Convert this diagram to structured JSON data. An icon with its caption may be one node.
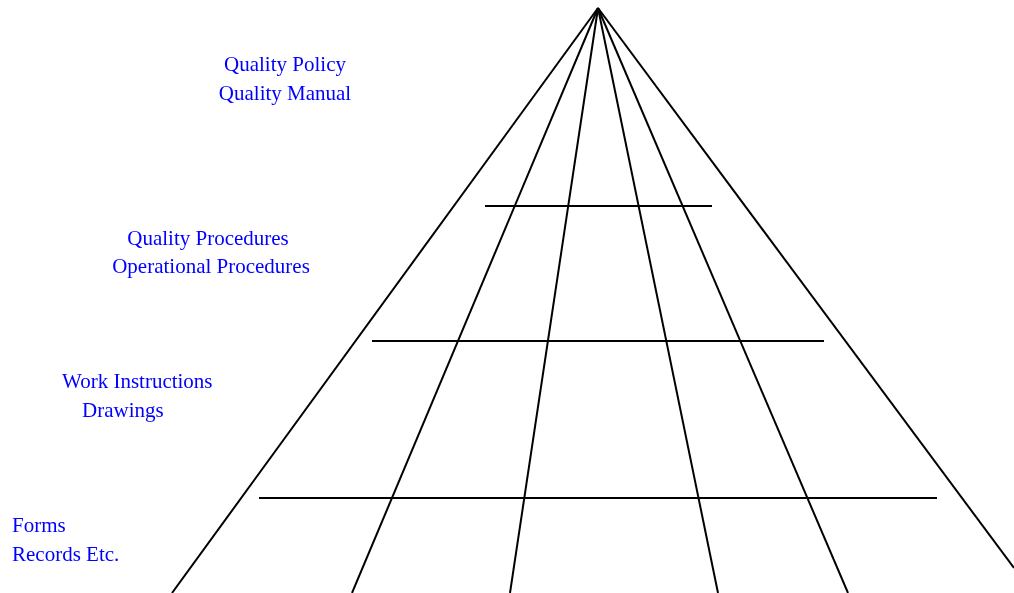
{
  "diagram": {
    "labels": [
      "Quality Policy",
      "Quality Manual",
      "Quality Procedures",
      "Operational Procedures",
      "Work Instructions",
      "Drawings",
      "Forms",
      "Records Etc."
    ]
  }
}
